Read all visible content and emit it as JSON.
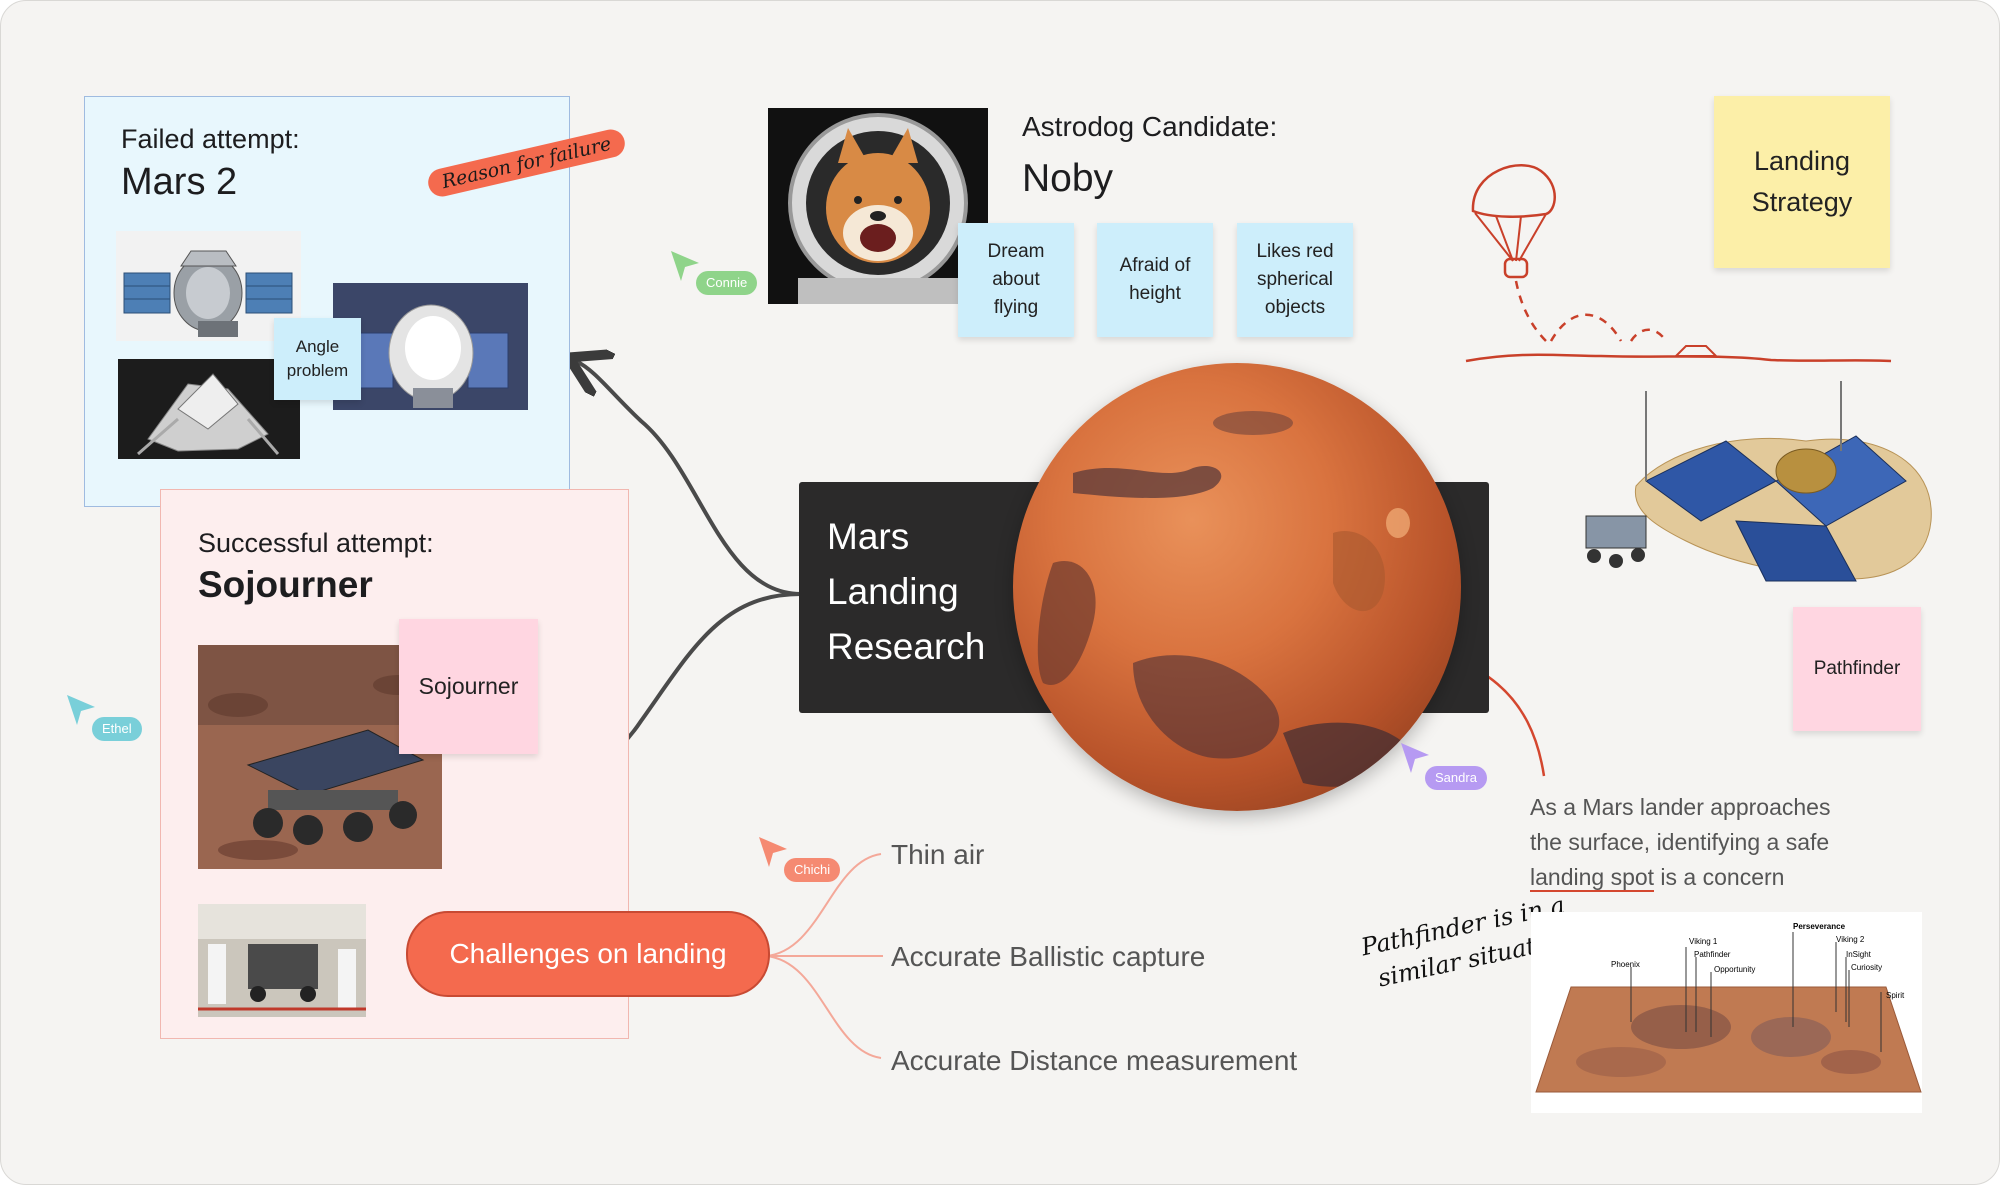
{
  "failed_card": {
    "label": "Failed attempt:",
    "title": "Mars 2",
    "sticky": "Angle problem",
    "annotation": "Reason for failure"
  },
  "success_card": {
    "label": "Successful attempt:",
    "title": "Sojourner",
    "sticky": "Sojourner"
  },
  "center": {
    "title_lines": [
      "Mars",
      "Landing",
      "Research"
    ]
  },
  "astrodog": {
    "label": "Astrodog Candidate:",
    "name": "Noby",
    "stickies": [
      "Dream about flying",
      "Afraid of height",
      "Likes red spherical objects"
    ]
  },
  "landing_strategy": {
    "label": "Landing Strategy"
  },
  "pathfinder": {
    "label": "Pathfinder"
  },
  "lander_note": {
    "line1": "As a Mars lander approaches",
    "line2": "the surface, identifying a safe",
    "line3_a": "landing spot",
    "line3_b": " is a concern"
  },
  "handwriting": {
    "line1": "Pathfinder is in a",
    "line2": "similar situation"
  },
  "challenges": {
    "label": "Challenges on landing",
    "branches": [
      "Thin air",
      "Accurate Ballistic capture",
      "Accurate Distance measurement"
    ]
  },
  "cursors": [
    {
      "name": "Connie",
      "color": "#8fd48a"
    },
    {
      "name": "Ethel",
      "color": "#79cfd9"
    },
    {
      "name": "Sandra",
      "color": "#b69af2"
    },
    {
      "name": "Chichi",
      "color": "#f58a72"
    }
  ],
  "map_labels": [
    "Viking 1",
    "Pathfinder",
    "Opportunity",
    "Phoenix",
    "Perseverance",
    "Viking 2",
    "InSight",
    "Curiosity",
    "Spirit"
  ],
  "colors": {
    "accent": "#f46a4e",
    "board_bg": "#f5f4f2",
    "blue_sticky": "#cdeefb",
    "pink_sticky": "#ffd6e1",
    "yellow_sticky": "#fcefa8"
  }
}
